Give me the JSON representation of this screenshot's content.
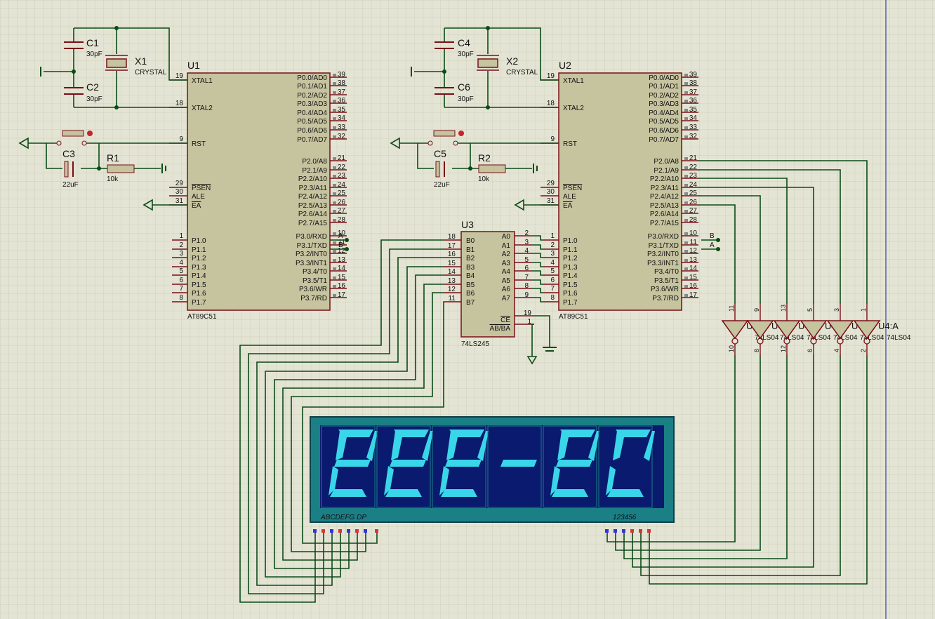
{
  "u1": {
    "ref": "U1",
    "part": "AT89C51",
    "left_pins": [
      {
        "num": "19",
        "name": "XTAL1"
      },
      {
        "num": "18",
        "name": "XTAL2"
      },
      {
        "num": "9",
        "name": "RST"
      },
      {
        "num": "29",
        "name": "PSEN"
      },
      {
        "num": "30",
        "name": "ALE"
      },
      {
        "num": "31",
        "name": "EA"
      },
      {
        "num": "1",
        "name": "P1.0"
      },
      {
        "num": "2",
        "name": "P1.1"
      },
      {
        "num": "3",
        "name": "P1.2"
      },
      {
        "num": "4",
        "name": "P1.3"
      },
      {
        "num": "5",
        "name": "P1.4"
      },
      {
        "num": "6",
        "name": "P1.5"
      },
      {
        "num": "7",
        "name": "P1.6"
      },
      {
        "num": "8",
        "name": "P1.7"
      }
    ],
    "right_pins": [
      {
        "num": "39",
        "name": "P0.0/AD0"
      },
      {
        "num": "38",
        "name": "P0.1/AD1"
      },
      {
        "num": "37",
        "name": "P0.2/AD2"
      },
      {
        "num": "36",
        "name": "P0.3/AD3"
      },
      {
        "num": "35",
        "name": "P0.4/AD4"
      },
      {
        "num": "34",
        "name": "P0.5/AD5"
      },
      {
        "num": "33",
        "name": "P0.6/AD6"
      },
      {
        "num": "32",
        "name": "P0.7/AD7"
      },
      {
        "num": "21",
        "name": "P2.0/A8"
      },
      {
        "num": "22",
        "name": "P2.1/A9"
      },
      {
        "num": "23",
        "name": "P2.2/A10"
      },
      {
        "num": "24",
        "name": "P2.3/A11"
      },
      {
        "num": "25",
        "name": "P2.4/A12"
      },
      {
        "num": "26",
        "name": "P2.5/A13"
      },
      {
        "num": "27",
        "name": "P2.6/A14"
      },
      {
        "num": "28",
        "name": "P2.7/A15"
      },
      {
        "num": "10",
        "name": "P3.0/RXD"
      },
      {
        "num": "11",
        "name": "P3.1/TXD"
      },
      {
        "num": "12",
        "name": "P3.2/INT0"
      },
      {
        "num": "13",
        "name": "P3.3/INT1"
      },
      {
        "num": "14",
        "name": "P3.4/T0"
      },
      {
        "num": "15",
        "name": "P3.5/T1"
      },
      {
        "num": "16",
        "name": "P3.6/WR"
      },
      {
        "num": "17",
        "name": "P3.7/RD"
      }
    ],
    "net_labels": [
      "A",
      "B"
    ]
  },
  "u2": {
    "ref": "U2",
    "part": "AT89C51",
    "net_labels": [
      "B",
      "A"
    ]
  },
  "u3": {
    "ref": "U3",
    "part": "74LS245",
    "left_pins": [
      {
        "num": "18",
        "name": "B0"
      },
      {
        "num": "17",
        "name": "B1"
      },
      {
        "num": "16",
        "name": "B2"
      },
      {
        "num": "15",
        "name": "B3"
      },
      {
        "num": "14",
        "name": "B4"
      },
      {
        "num": "13",
        "name": "B5"
      },
      {
        "num": "12",
        "name": "B6"
      },
      {
        "num": "11",
        "name": "B7"
      }
    ],
    "right_pins": [
      {
        "num": "2",
        "name": "A0"
      },
      {
        "num": "3",
        "name": "A1"
      },
      {
        "num": "4",
        "name": "A2"
      },
      {
        "num": "5",
        "name": "A3"
      },
      {
        "num": "6",
        "name": "A4"
      },
      {
        "num": "7",
        "name": "A5"
      },
      {
        "num": "8",
        "name": "A6"
      },
      {
        "num": "9",
        "name": "A7"
      }
    ],
    "ctrl_pins": [
      {
        "num": "19",
        "name": "CE"
      },
      {
        "num": "1",
        "name": "AB/BA"
      }
    ]
  },
  "passives": {
    "c1": {
      "ref": "C1",
      "value": "30pF"
    },
    "c2": {
      "ref": "C2",
      "value": "30pF"
    },
    "c3": {
      "ref": "C3",
      "value": "22uF"
    },
    "r1": {
      "ref": "R1",
      "value": "10k"
    },
    "x1": {
      "ref": "X1",
      "value": "CRYSTAL"
    },
    "c4": {
      "ref": "C4",
      "value": "30pF"
    },
    "c6": {
      "ref": "C6",
      "value": "30pF"
    },
    "c5": {
      "ref": "C5",
      "value": "22uF"
    },
    "r2": {
      "ref": "R2",
      "value": "10k"
    },
    "x2": {
      "ref": "X2",
      "value": "CRYSTAL"
    }
  },
  "inverters": {
    "part": "74LS04",
    "labels": [
      "U4:F",
      "U4:E",
      "U4:D",
      "U4:C",
      "U4:B",
      "U4:A"
    ],
    "in_pins": [
      "11",
      "9",
      "13",
      "5",
      "3",
      "1"
    ],
    "out_pins": [
      "10",
      "8",
      "12",
      "6",
      "4",
      "2"
    ]
  },
  "display": {
    "segment_label": "ABCDEFG DP",
    "digit_label": "123456",
    "shown_text": "eee-ec"
  }
}
